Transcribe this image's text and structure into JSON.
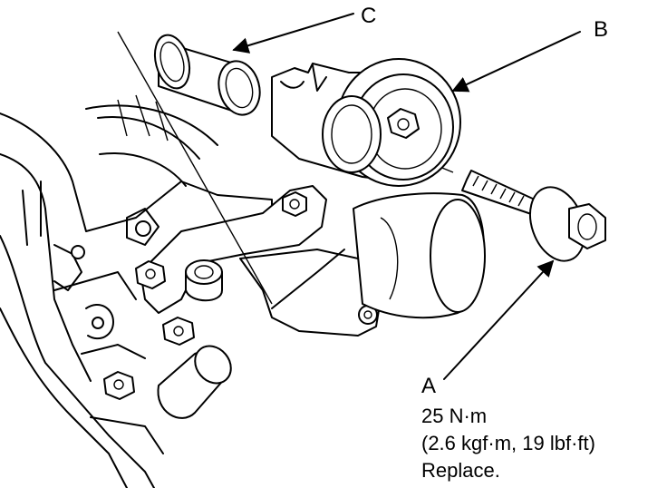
{
  "callouts": {
    "a": "A",
    "b": "B",
    "c": "C"
  },
  "spec": {
    "torque": "25 N·m",
    "torque_alt": "(2.6 kgf·m, 19 lbf·ft)",
    "note": "Replace."
  }
}
